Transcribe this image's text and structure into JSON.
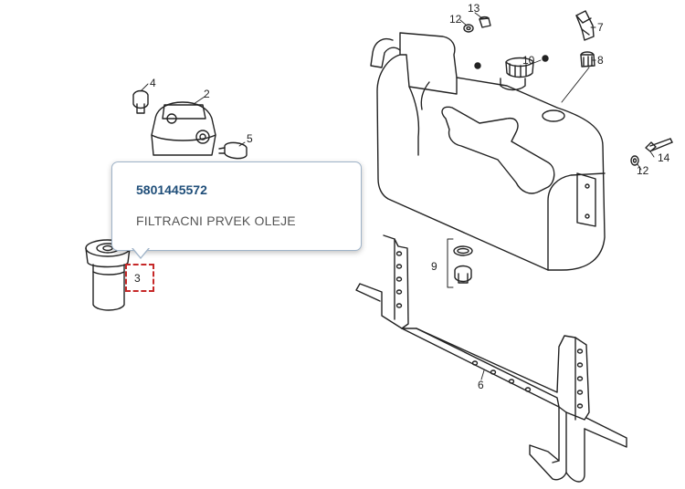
{
  "popup": {
    "part_number": "5801445572",
    "description": "FILTRACNI PRVEK OLEJE"
  },
  "callouts": {
    "c12a": "12",
    "c13": "13",
    "c7": "7",
    "c10": "10",
    "c8": "8",
    "c4": "4",
    "c2": "2",
    "c5": "5",
    "c14": "14",
    "c12b": "12",
    "c9": "9",
    "c3": "3",
    "c6": "6"
  },
  "colors": {
    "highlight": "#c62828",
    "part_number": "#1f4e79"
  }
}
